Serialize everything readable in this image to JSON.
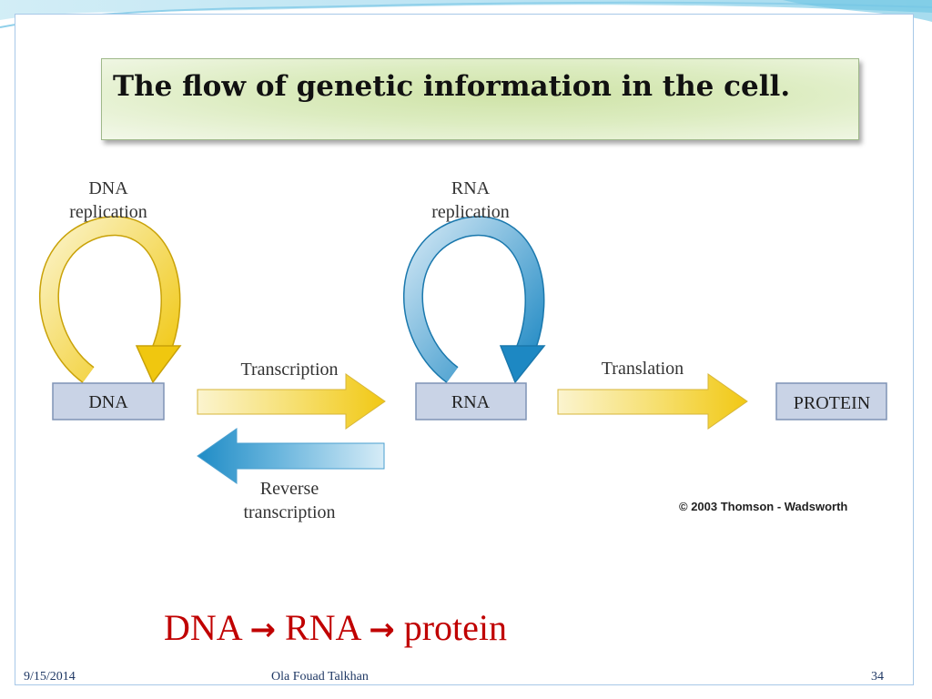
{
  "title": "The flow of genetic information in the cell.",
  "diagram": {
    "dna_replication_line1": "DNA",
    "dna_replication_line2": "replication",
    "rna_replication_line1": "RNA",
    "rna_replication_line2": "replication",
    "dna_box": "DNA",
    "rna_box": "RNA",
    "protein_box": "PROTEIN",
    "transcription": "Transcription",
    "translation": "Translation",
    "reverse_line1": "Reverse",
    "reverse_line2": "transcription",
    "copyright": "© 2003 Thomson - Wadsworth"
  },
  "summary": {
    "dna": "DNA",
    "rna": "RNA",
    "protein": "protein",
    "arrow": "→"
  },
  "footer": {
    "date": "9/15/2014",
    "author": "Ola Fouad Talkhan",
    "page": "34"
  },
  "colors": {
    "yellow_arrow": "#f2cc2a",
    "blue_arrow": "#2a93c9",
    "box_fill": "#c9d3e6",
    "summary_text": "#c00000"
  }
}
